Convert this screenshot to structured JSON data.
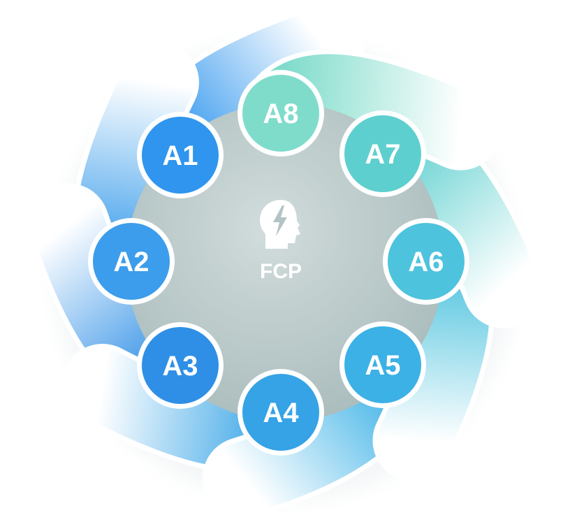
{
  "center": {
    "label": "FCP",
    "icon": "head-lightning-icon",
    "color": "#b3c3c3"
  },
  "items": [
    {
      "label": "A1",
      "color": "#2f95ee"
    },
    {
      "label": "A2",
      "color": "#3b9deb"
    },
    {
      "label": "A3",
      "color": "#2f8fe6"
    },
    {
      "label": "A4",
      "color": "#35a3e6"
    },
    {
      "label": "A5",
      "color": "#3bb1e6"
    },
    {
      "label": "A6",
      "color": "#4ec3de"
    },
    {
      "label": "A7",
      "color": "#5ecfcf"
    },
    {
      "label": "A8",
      "color": "#7fdccb"
    }
  ]
}
